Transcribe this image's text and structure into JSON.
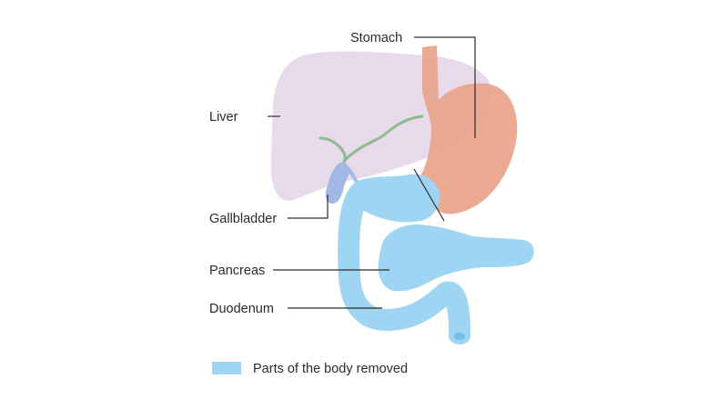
{
  "labels": {
    "stomach": "Stomach",
    "liver": "Liver",
    "gallbladder": "Gallbladder",
    "pancreas": "Pancreas",
    "duodenum": "Duodenum"
  },
  "legend": {
    "text": "Parts of the body removed"
  },
  "colors": {
    "liver": "#e6d9ea",
    "stomach": "#e8a489",
    "removed": "#9fd5f2",
    "bile_duct": "#8dbb8c",
    "text": "#2b2b2b"
  }
}
